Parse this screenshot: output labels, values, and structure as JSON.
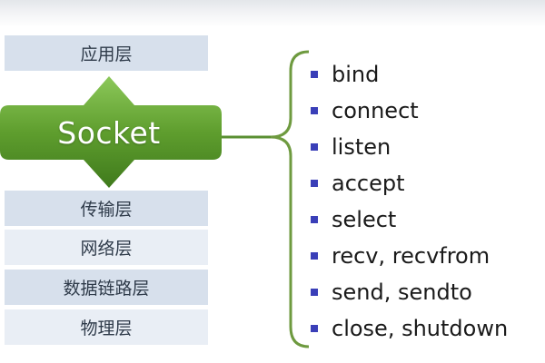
{
  "layers": {
    "application": "应用层",
    "socket": "Socket",
    "transport": "传输层",
    "network": "网络层",
    "data_link": "数据链路层",
    "physical": "物理层"
  },
  "functions": [
    "bind",
    "connect",
    "listen",
    "accept",
    "select",
    "recv, recvfrom",
    "send, sendto",
    "close, shutdown"
  ],
  "colors": {
    "socket_green": "#5a9a2a",
    "bullet_blue": "#3a3fb8",
    "layer_blue": "#d7e0ec"
  }
}
